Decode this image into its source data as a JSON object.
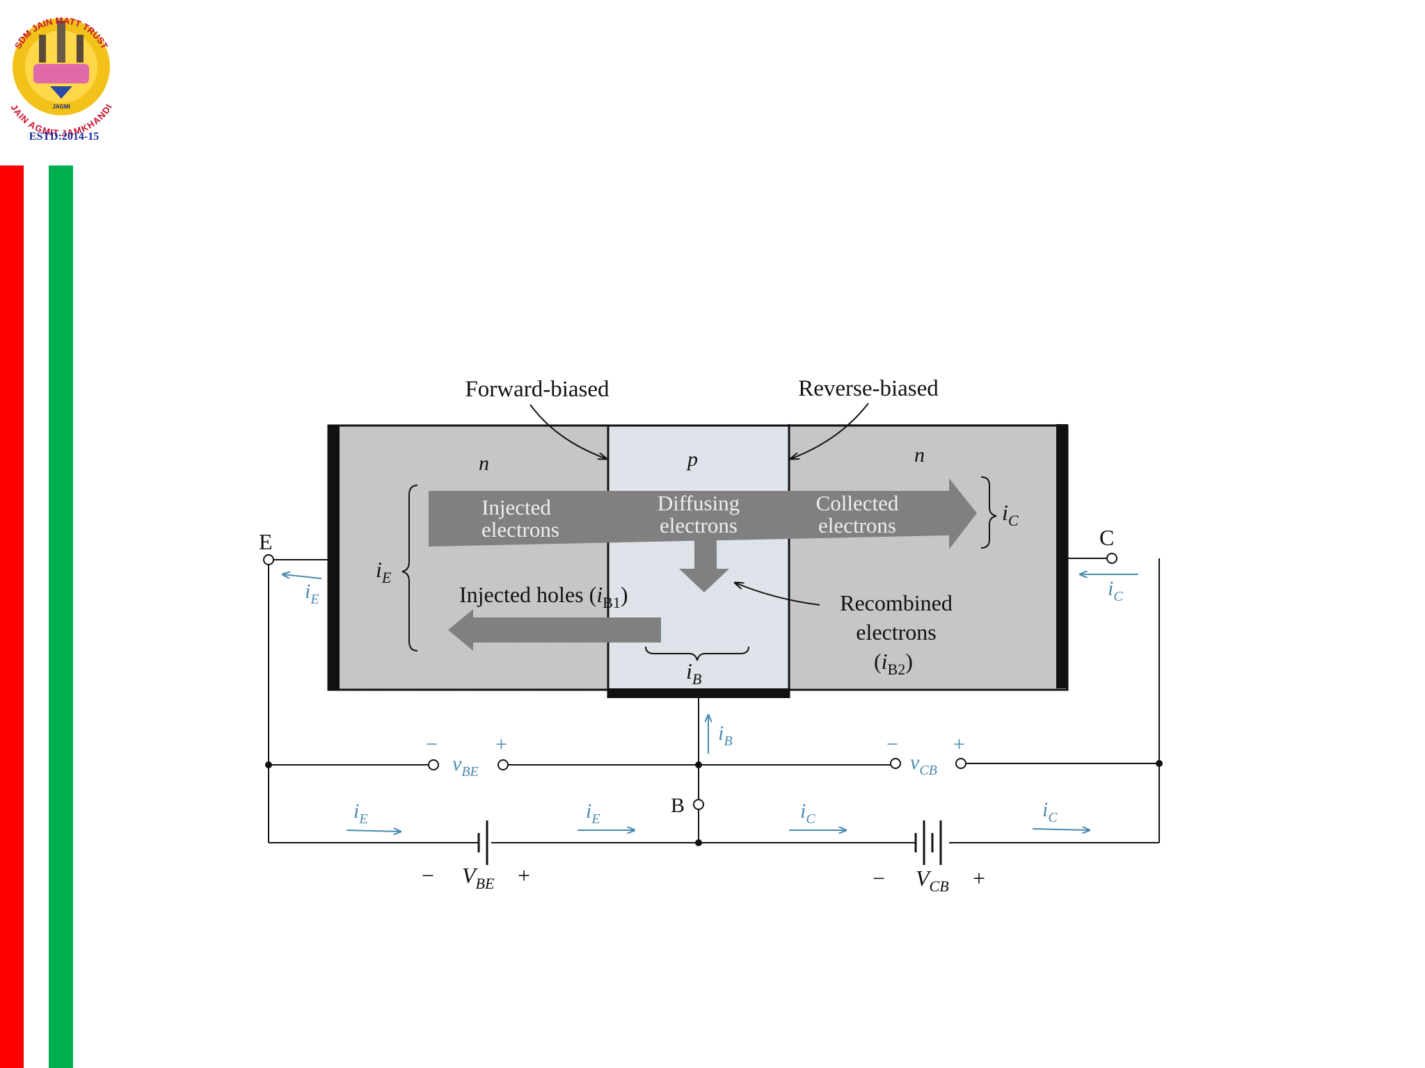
{
  "logo": {
    "ring_text_top": "SDM JAIN MATT TRUST",
    "ring_text_bottom": "JAIN AGMIT JAMKHANDI",
    "badge": "JAGMI",
    "established": "ESTD:2014-15"
  },
  "diagram": {
    "junction_left": "Forward-biased",
    "junction_right": "Reverse-biased",
    "region_emitter": "n",
    "region_base": "p",
    "region_collector": "n",
    "injected_electrons": [
      "Injected",
      "electrons"
    ],
    "diffusing_electrons": [
      "Diffusing",
      "electrons"
    ],
    "collected_electrons": [
      "Collected",
      "electrons"
    ],
    "injected_holes": "Injected holes (",
    "injected_holes_sym": "i",
    "injected_holes_sub": "B1",
    "recombined": [
      "Recombined",
      "electrons"
    ],
    "recombined_sym": "i",
    "recombined_sub": "B2",
    "terminal_e": "E",
    "terminal_b": "B",
    "terminal_c": "C",
    "current_e": {
      "sym": "i",
      "sub": "E"
    },
    "current_b": {
      "sym": "i",
      "sub": "B"
    },
    "current_c": {
      "sym": "i",
      "sub": "C"
    },
    "vbe": {
      "sym": "v",
      "sub": "BE"
    },
    "vcb": {
      "sym": "v",
      "sub": "CB"
    },
    "bat_be": {
      "sym": "V",
      "sub": "BE"
    },
    "bat_cb": {
      "sym": "V",
      "sub": "CB"
    },
    "minus": "−",
    "plus": "+",
    "close_paren": ")",
    "open_paren": "("
  },
  "colors": {
    "red_bar": "#ff0000",
    "green_bar": "#00b050",
    "region_n": "#c6c6c6",
    "region_p": "#dde3e8",
    "arrow": "#7e7e7e",
    "current_blue": "#4a8ab0"
  }
}
